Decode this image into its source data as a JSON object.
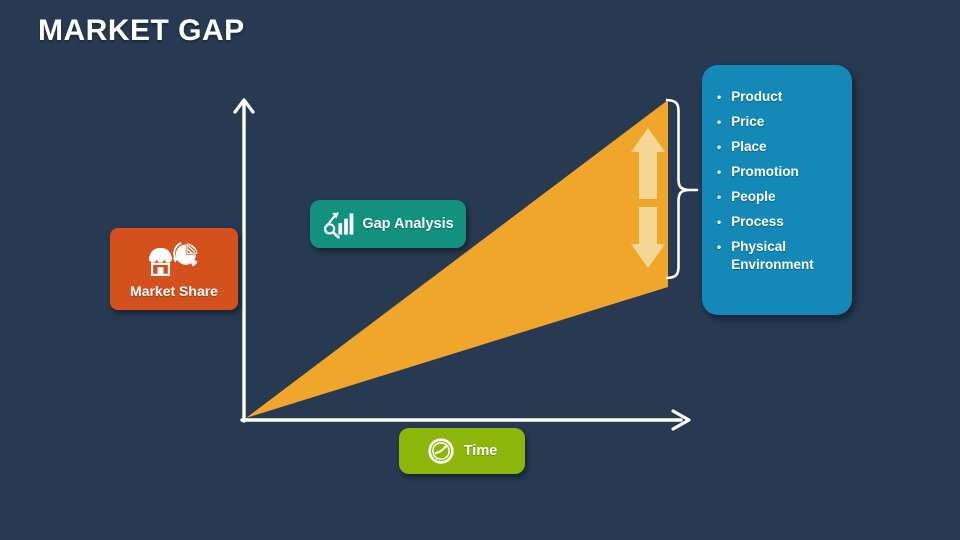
{
  "slide": {
    "title": "MARKET GAP"
  },
  "boxes": {
    "market_share": {
      "label": "Market Share",
      "color": "#d4511e",
      "icon": "storefront-pie-icon"
    },
    "gap_analysis": {
      "label": "Gap Analysis",
      "color": "#11917e",
      "icon": "bar-chart-magnifier-icon"
    },
    "time": {
      "label": "Time",
      "color": "#8cb70a",
      "icon": "clock-icon"
    }
  },
  "panel": {
    "color": "#1489b8",
    "bullet": "•",
    "items": [
      "Product",
      "Price",
      "Place",
      "Promotion",
      "People",
      "Process",
      "Physical Environment"
    ]
  },
  "colors": {
    "background": "#273a52",
    "gap_triangle": "#efa62b",
    "gap_arrows": "#f4d795",
    "axis": "#ffffff",
    "brace": "#ffffff",
    "text": "#ffffff"
  }
}
